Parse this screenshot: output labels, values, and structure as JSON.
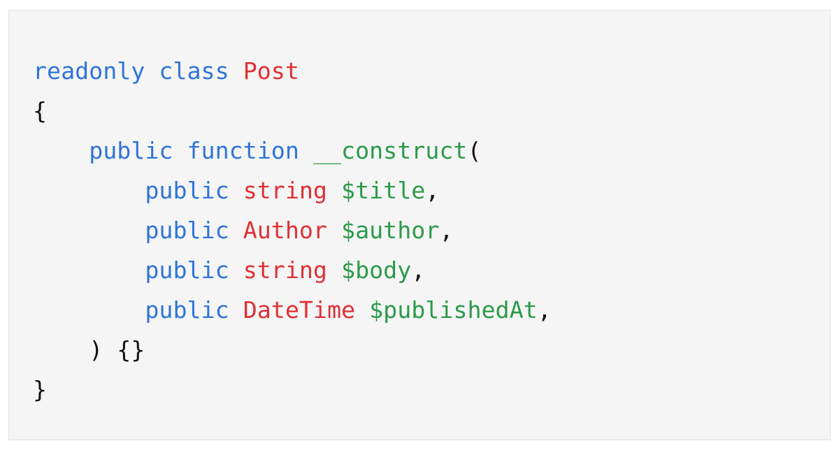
{
  "colors": {
    "background": "#f5f5f5",
    "border": "#e3e3e3",
    "keyword": "#2f74d8",
    "type": "#e03034",
    "name": "#2b9a4a",
    "punctuation": "#111111"
  },
  "code": {
    "language": "php",
    "lines": [
      {
        "tokens": [
          {
            "text": "readonly",
            "kind": "keyword"
          },
          {
            "text": " ",
            "kind": "plain"
          },
          {
            "text": "class",
            "kind": "keyword"
          },
          {
            "text": " ",
            "kind": "plain"
          },
          {
            "text": "Post",
            "kind": "type"
          }
        ]
      },
      {
        "tokens": [
          {
            "text": "{",
            "kind": "punct"
          }
        ]
      },
      {
        "tokens": [
          {
            "text": "    ",
            "kind": "plain"
          },
          {
            "text": "public",
            "kind": "keyword"
          },
          {
            "text": " ",
            "kind": "plain"
          },
          {
            "text": "function",
            "kind": "keyword"
          },
          {
            "text": " ",
            "kind": "plain"
          },
          {
            "text": "__construct",
            "kind": "name"
          },
          {
            "text": "(",
            "kind": "punct"
          }
        ]
      },
      {
        "tokens": [
          {
            "text": "        ",
            "kind": "plain"
          },
          {
            "text": "public",
            "kind": "keyword"
          },
          {
            "text": " ",
            "kind": "plain"
          },
          {
            "text": "string",
            "kind": "type"
          },
          {
            "text": " ",
            "kind": "plain"
          },
          {
            "text": "$title",
            "kind": "name"
          },
          {
            "text": ",",
            "kind": "punct"
          }
        ]
      },
      {
        "tokens": [
          {
            "text": "        ",
            "kind": "plain"
          },
          {
            "text": "public",
            "kind": "keyword"
          },
          {
            "text": " ",
            "kind": "plain"
          },
          {
            "text": "Author",
            "kind": "type"
          },
          {
            "text": " ",
            "kind": "plain"
          },
          {
            "text": "$author",
            "kind": "name"
          },
          {
            "text": ",",
            "kind": "punct"
          }
        ]
      },
      {
        "tokens": [
          {
            "text": "        ",
            "kind": "plain"
          },
          {
            "text": "public",
            "kind": "keyword"
          },
          {
            "text": " ",
            "kind": "plain"
          },
          {
            "text": "string",
            "kind": "type"
          },
          {
            "text": " ",
            "kind": "plain"
          },
          {
            "text": "$body",
            "kind": "name"
          },
          {
            "text": ",",
            "kind": "punct"
          }
        ]
      },
      {
        "tokens": [
          {
            "text": "        ",
            "kind": "plain"
          },
          {
            "text": "public",
            "kind": "keyword"
          },
          {
            "text": " ",
            "kind": "plain"
          },
          {
            "text": "DateTime",
            "kind": "type"
          },
          {
            "text": " ",
            "kind": "plain"
          },
          {
            "text": "$publishedAt",
            "kind": "name"
          },
          {
            "text": ",",
            "kind": "punct"
          }
        ]
      },
      {
        "tokens": [
          {
            "text": "    ",
            "kind": "plain"
          },
          {
            "text": ") {}",
            "kind": "punct"
          }
        ]
      },
      {
        "tokens": [
          {
            "text": "}",
            "kind": "punct"
          }
        ]
      }
    ]
  }
}
